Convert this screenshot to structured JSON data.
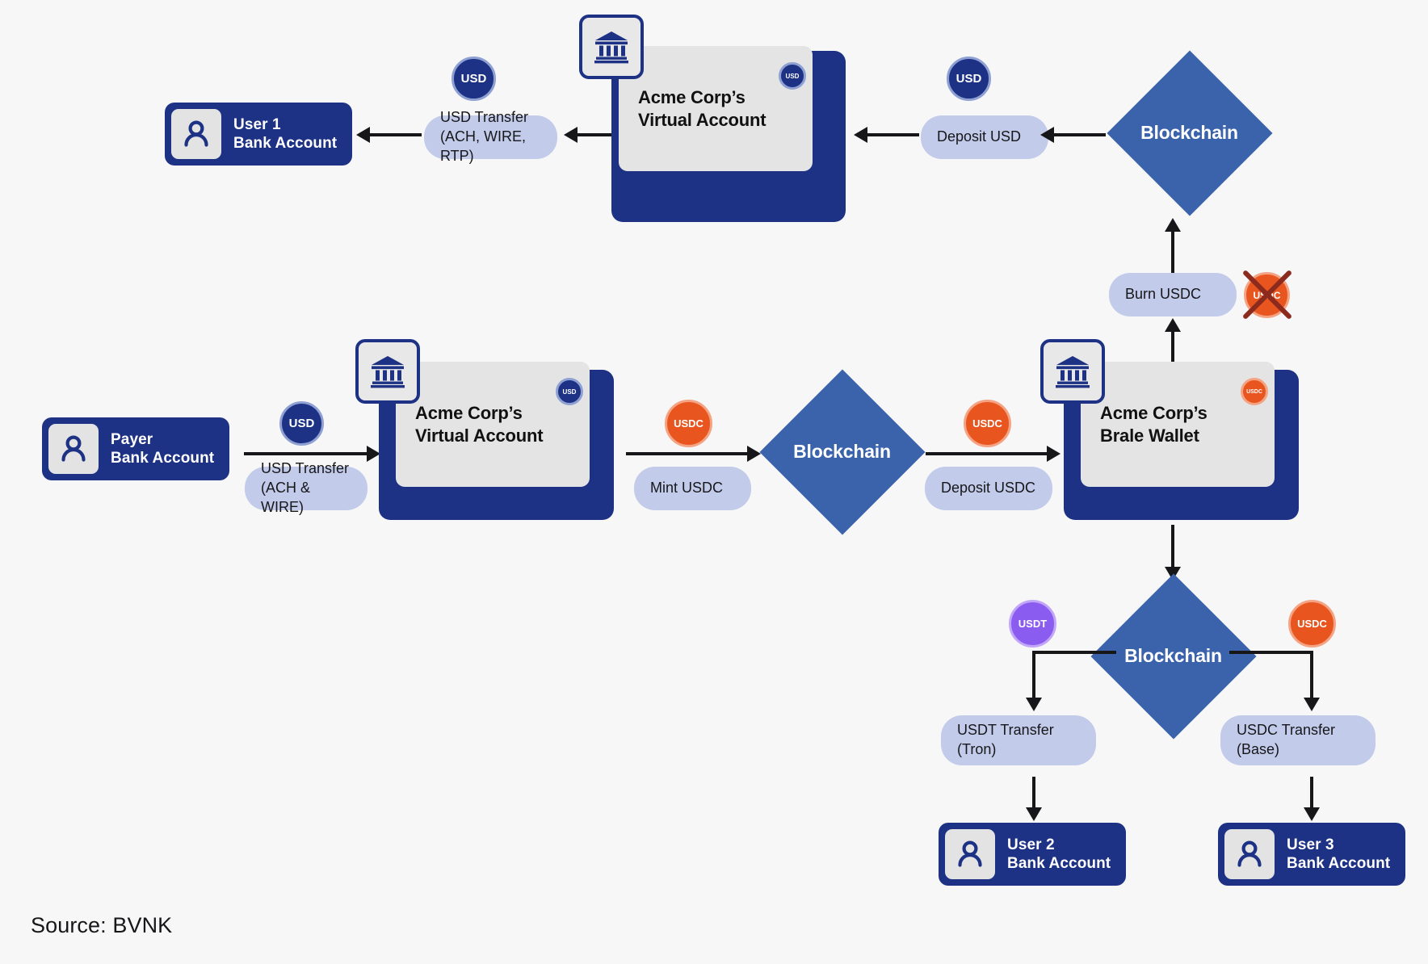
{
  "diagram": {
    "background_color": "#f7f7f8",
    "source_caption": "Source: BVNK",
    "colors": {
      "navy": "#1d3285",
      "diamond_blue": "#3b63ab",
      "pill_lavender": "#c2cbea",
      "card_gray": "#e4e4e4",
      "usdc_orange": "#e9551f",
      "usdt_purple": "#8a5cf0",
      "cross_red": "#8c2a1e",
      "arrow_black": "#17171a"
    }
  },
  "nodes": {
    "user1_account": {
      "line1": "User 1",
      "line2": "Bank Account",
      "icon": "person-icon"
    },
    "user2_account": {
      "line1": "User 2",
      "line2": "Bank Account",
      "icon": "person-icon"
    },
    "user3_account": {
      "line1": "User 3",
      "line2": "Bank Account",
      "icon": "person-icon"
    },
    "payer_account": {
      "line1": "Payer",
      "line2": "Bank Account",
      "icon": "person-icon"
    },
    "acme_virtual_top": {
      "line1": "Acme Corp’s",
      "line2": "Virtual Account",
      "badge_icon": "bank-icon",
      "token": "USD"
    },
    "acme_virtual_mid": {
      "line1": "Acme Corp’s",
      "line2": "Virtual Account",
      "badge_icon": "bank-icon",
      "token": "USD"
    },
    "acme_brale_wallet": {
      "line1": "Acme Corp’s",
      "line2": "Brale Wallet",
      "badge_icon": "bank-icon",
      "token": "USDC"
    },
    "blockchain_top": {
      "label": "Blockchain"
    },
    "blockchain_mid": {
      "label": "Blockchain"
    },
    "blockchain_bottom": {
      "label": "Blockchain"
    }
  },
  "pills": {
    "usd_transfer_top": {
      "line1": "USD Transfer",
      "line2": "(ACH, WIRE, RTP)"
    },
    "deposit_usd": {
      "line1": "Deposit USD",
      "line2": ""
    },
    "burn_usdc": {
      "line1": "Burn USDC",
      "line2": ""
    },
    "usd_transfer_mid": {
      "line1": "USD Transfer",
      "line2": "(ACH & WIRE)"
    },
    "mint_usdc": {
      "line1": "Mint USDC",
      "line2": ""
    },
    "deposit_usdc": {
      "line1": "Deposit USDC",
      "line2": ""
    },
    "usdt_transfer": {
      "line1": "USDT Transfer",
      "line2": "(Tron)"
    },
    "usdc_transfer": {
      "line1": "USDC Transfer",
      "line2": "(Base)"
    }
  },
  "tokens": {
    "usd_top": {
      "label": "USD",
      "type": "usd"
    },
    "usd_deposit": {
      "label": "USD",
      "type": "usd"
    },
    "usdc_burn": {
      "label": "USDC",
      "type": "usdc",
      "crossed_out": true
    },
    "usd_mid": {
      "label": "USD",
      "type": "usd"
    },
    "usdc_mint": {
      "label": "USDC",
      "type": "usdc"
    },
    "usdc_deposit": {
      "label": "USDC",
      "type": "usdc"
    },
    "usdt_tron": {
      "label": "USDT",
      "type": "usdt"
    },
    "usdc_base": {
      "label": "USDC",
      "type": "usdc"
    }
  },
  "card_tokens": {
    "acme_top": "USD",
    "acme_mid": "USD",
    "acme_brale": "USDC"
  }
}
